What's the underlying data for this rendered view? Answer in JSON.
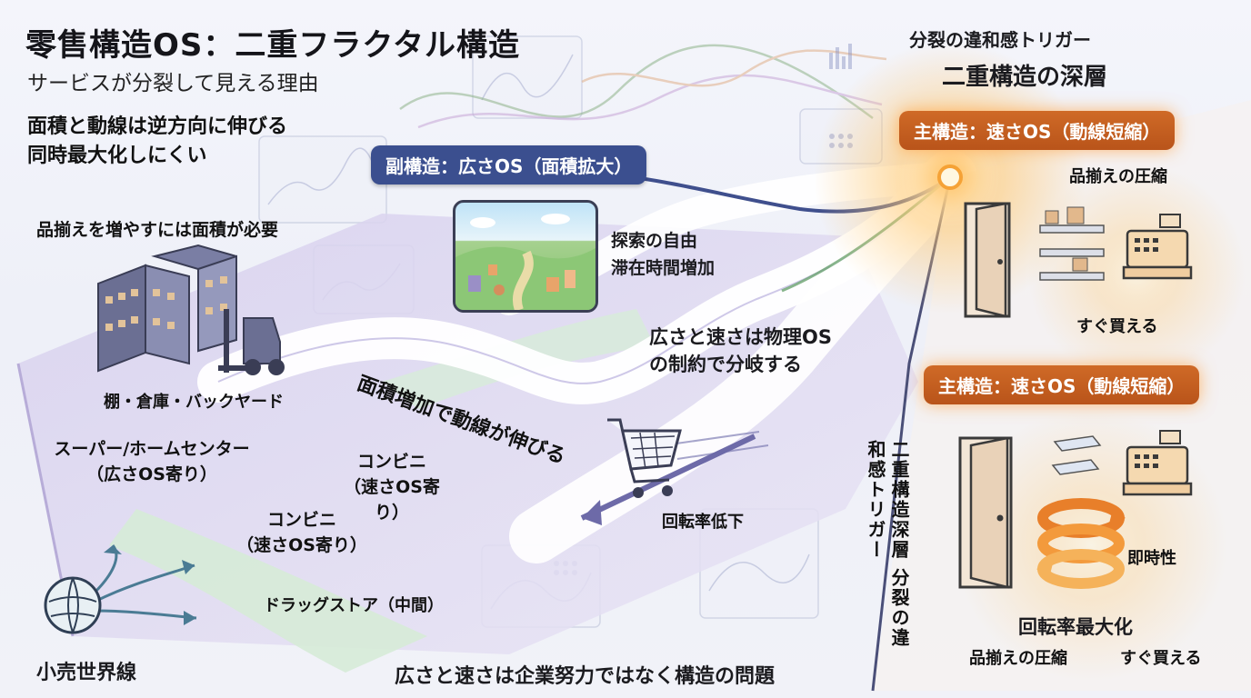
{
  "title": "零售構造OS：二重フラクタル構造",
  "subtitle": "サービスが分裂して見える理由",
  "notes": {
    "area_flow_line1": "面積と動線は逆方向に伸びる",
    "area_flow_line2": "同時最大化しにくい"
  },
  "top_right": {
    "trigger": "分裂の違和感トリガー",
    "deep": "二重構造の深層"
  },
  "sub_structure": {
    "pill": "副構造：広さOS（面積拡大）",
    "explore_line1": "探索の自由",
    "explore_line2": "滞在時間増加"
  },
  "main_structure_1": {
    "pill": "主構造：速さOS（動線短縮）",
    "compress": "品揃えの圧縮",
    "buy_now": "すぐ買える"
  },
  "main_structure_2": {
    "pill": "主構造：速さOS（動線短縮）",
    "immediacy": "即時性",
    "turnover_max": "回転率最大化",
    "compress": "品揃えの圧縮",
    "buy_now": "すぐ買える"
  },
  "left": {
    "need_area": "品揃えを増やすには面積が必要",
    "shelves": "棚・倉庫・バックヤード"
  },
  "center": {
    "branch_line1": "広さと速さは物理OS",
    "branch_line2": "の制約で分岐する",
    "diagonal": "面積増加で動線が伸びる",
    "turnover_down": "回転率低下"
  },
  "store_types": {
    "super_line1": "スーパー/ホームセンター",
    "super_line2": "（広さOS寄り）",
    "conv1_line1": "コンビニ",
    "conv1_line2": "（速さOS寄り）",
    "conv2_line1": "コンビニ",
    "conv2_line2": "（速さOS寄り）",
    "drug": "ドラッグストア（中間）"
  },
  "vertical_label": "二重構造深層 分裂の違和感トリガー",
  "bottom": {
    "world": "小売世界線",
    "conclusion": "広さと速さは企業努力ではなく構造の問題"
  },
  "colors": {
    "blue_pill": "#3b4f8f",
    "orange_pill": "#c35f20",
    "glow": "#ffb347",
    "floor": "#d9d3ec"
  },
  "icons": [
    "shelf-icon",
    "forklift-icon",
    "landscape-icon",
    "shopping-cart-icon",
    "door-icon",
    "cash-register-icon",
    "boxes-icon",
    "cycle-arrows-icon",
    "globe-icon",
    "light-source-icon",
    "chart-panel-icon"
  ]
}
